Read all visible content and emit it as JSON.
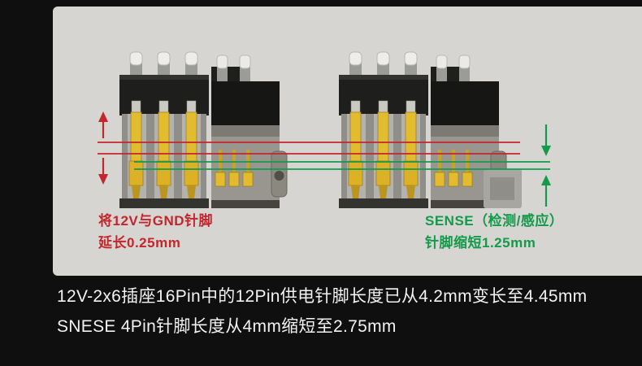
{
  "colors": {
    "background": "#0f0f0f",
    "panel": "#d6d5d1",
    "red_accent": "#c3262c",
    "green_accent": "#139a4b",
    "pin_yellow": "#e3bb2e",
    "caption_text": "#f2f2f2"
  },
  "panel": {
    "left_annotation": {
      "line1": "将12V与GND针脚",
      "line2": "延长0.25mm"
    },
    "right_annotation": {
      "line1": "SENSE（检测/感应）",
      "line2": "针脚缩短1.25mm"
    }
  },
  "caption": {
    "line1": "12V-2x6插座16Pin中的12Pin供电针脚长度已从4.2mm变长至4.45mm",
    "line2": "SNESE 4Pin针脚长度从4mm缩短至2.75mm"
  }
}
